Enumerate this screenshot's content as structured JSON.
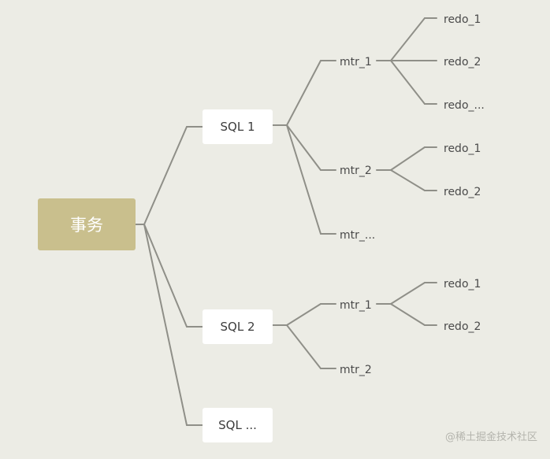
{
  "mindmap": {
    "root": {
      "label": "事务",
      "children": [
        {
          "label": "SQL 1",
          "children": [
            {
              "label": "mtr_1",
              "children": [
                {
                  "label": "redo_1"
                },
                {
                  "label": "redo_2"
                },
                {
                  "label": "redo_..."
                }
              ]
            },
            {
              "label": "mtr_2",
              "children": [
                {
                  "label": "redo_1"
                },
                {
                  "label": "redo_2"
                }
              ]
            },
            {
              "label": "mtr_..."
            }
          ]
        },
        {
          "label": "SQL 2",
          "children": [
            {
              "label": "mtr_1",
              "children": [
                {
                  "label": "redo_1"
                },
                {
                  "label": "redo_2"
                }
              ]
            },
            {
              "label": "mtr_2"
            }
          ]
        },
        {
          "label": "SQL ..."
        }
      ]
    }
  },
  "watermark": "@稀土掘金技术社区",
  "colors": {
    "background": "#ecece5",
    "root_fill": "#c9bf8d",
    "node_fill": "#ffffff",
    "connector": "#8f8f88",
    "text": "#4a4a4a"
  }
}
